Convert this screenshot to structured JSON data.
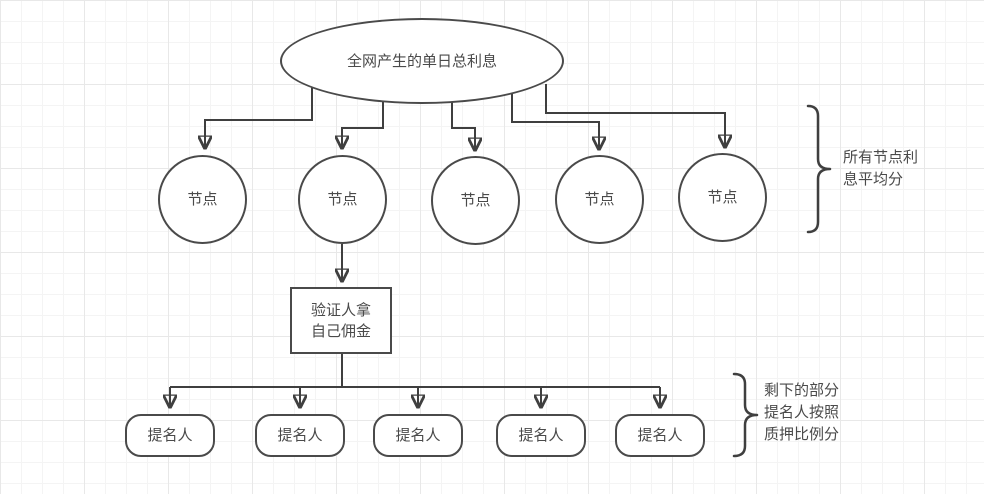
{
  "diagram": {
    "root": {
      "label": "全网产生的单日总利息"
    },
    "nodes": [
      {
        "label": "节点"
      },
      {
        "label": "节点"
      },
      {
        "label": "节点"
      },
      {
        "label": "节点"
      },
      {
        "label": "节点"
      }
    ],
    "validator": {
      "line1": "验证人拿",
      "line2": "自己佣金"
    },
    "nominators": [
      {
        "label": "提名人"
      },
      {
        "label": "提名人"
      },
      {
        "label": "提名人"
      },
      {
        "label": "提名人"
      },
      {
        "label": "提名人"
      }
    ],
    "annotations": {
      "nodes_share": {
        "line1": "所有节点利",
        "line2": "息平均分"
      },
      "nominators_share": {
        "line1": "剩下的部分",
        "line2": "提名人按照",
        "line3": "质押比例分"
      }
    },
    "colors": {
      "background": "#ffffff",
      "shape_fill": "#ffffff",
      "shape_stroke": "#4a4a4a",
      "connector_stroke": "#3f3f3f",
      "text": "#4a4a4a",
      "grid_minor": "#f4f4f4",
      "grid_major": "#e8e8e8"
    }
  }
}
